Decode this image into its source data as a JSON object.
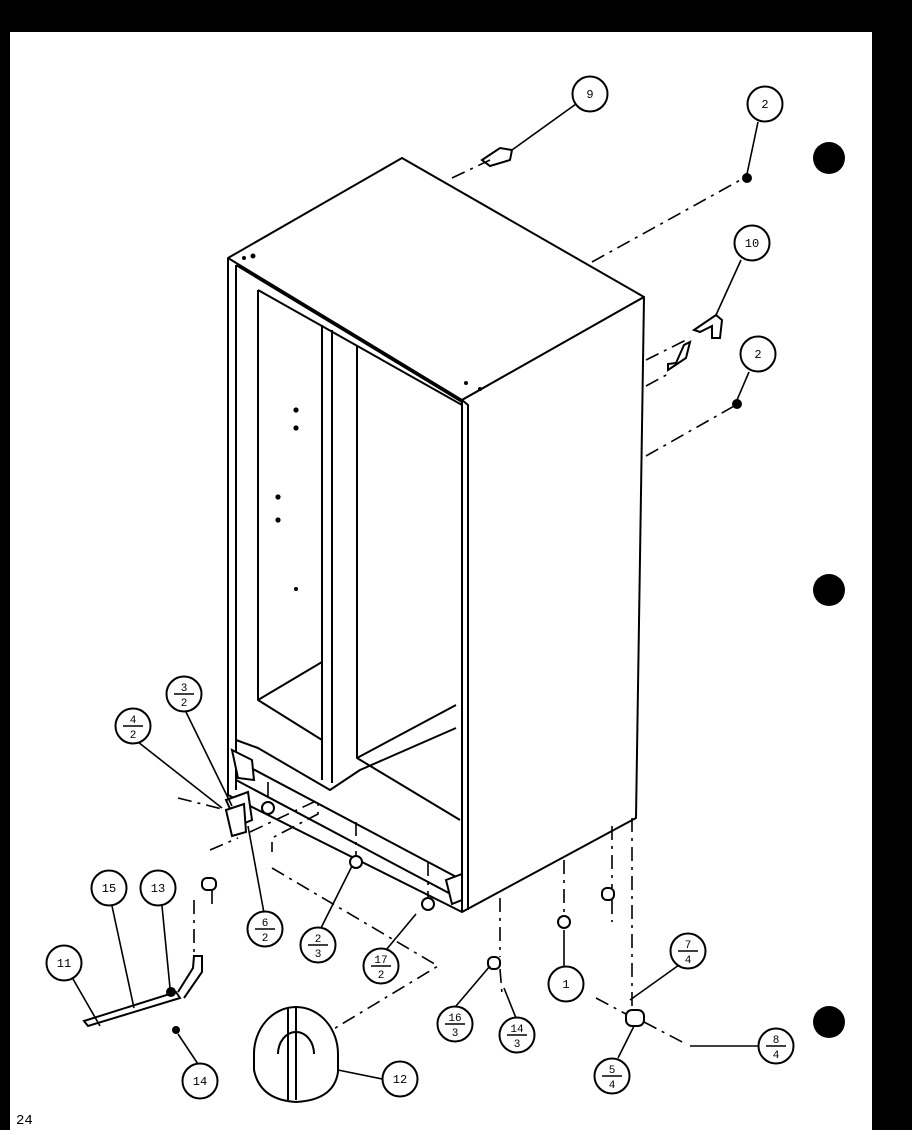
{
  "page": {
    "number": "24"
  },
  "callouts": [
    {
      "id": "c9",
      "top": "9",
      "bottom": ""
    },
    {
      "id": "c2a",
      "top": "2",
      "bottom": ""
    },
    {
      "id": "c10",
      "top": "10",
      "bottom": ""
    },
    {
      "id": "c2b",
      "top": "2",
      "bottom": ""
    },
    {
      "id": "c3_2",
      "top": "3",
      "bottom": "2"
    },
    {
      "id": "c4_2",
      "top": "4",
      "bottom": "2"
    },
    {
      "id": "c6_2",
      "top": "6",
      "bottom": "2"
    },
    {
      "id": "c2_3",
      "top": "2",
      "bottom": "3"
    },
    {
      "id": "c17_2",
      "top": "17",
      "bottom": "2"
    },
    {
      "id": "c1",
      "top": "1",
      "bottom": ""
    },
    {
      "id": "c7_4",
      "top": "7",
      "bottom": "4"
    },
    {
      "id": "c16_3",
      "top": "16",
      "bottom": "3"
    },
    {
      "id": "c14_3",
      "top": "14",
      "bottom": "3"
    },
    {
      "id": "c8_4",
      "top": "8",
      "bottom": "4"
    },
    {
      "id": "c5_4",
      "top": "5",
      "bottom": "4"
    },
    {
      "id": "c15",
      "top": "15",
      "bottom": ""
    },
    {
      "id": "c13",
      "top": "13",
      "bottom": ""
    },
    {
      "id": "c11",
      "top": "11",
      "bottom": ""
    },
    {
      "id": "c14",
      "top": "14",
      "bottom": ""
    },
    {
      "id": "c12",
      "top": "12",
      "bottom": ""
    }
  ]
}
